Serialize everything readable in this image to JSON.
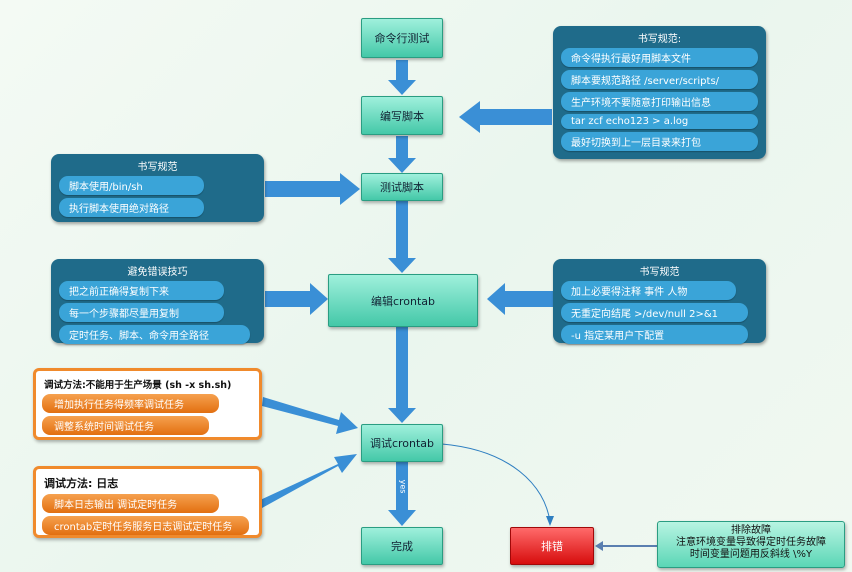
{
  "nodes": {
    "cmd_test": "命令行测试",
    "write_script": "编写脚本",
    "test_script": "测试脚本",
    "edit_crontab": "编辑crontab",
    "debug_crontab": "调试crontab",
    "done": "完成",
    "error": "排错"
  },
  "edge_labels": {
    "yes": "yes"
  },
  "panels": {
    "write_rules_top": {
      "title": "书写规范:",
      "items": [
        "命令得执行最好用脚本文件",
        "脚本要规范路径 /server/scripts/",
        "生产环境不要随意打印输出信息",
        "tar zcf echo123 > a.log",
        "最好切换到上一层目录来打包"
      ]
    },
    "write_rules_left": {
      "title": "书写规范",
      "items": [
        "脚本使用/bin/sh",
        "执行脚本使用绝对路径"
      ]
    },
    "avoid_errors": {
      "title": "避免错误技巧",
      "items": [
        "把之前正确得复制下来",
        "每一个步骤都尽量用复制",
        "定时任务、脚本、命令用全路径"
      ]
    },
    "write_rules_right": {
      "title": "书写规范",
      "items": [
        "加上必要得注释  事件 人物",
        "无重定向结尾 >/dev/null 2>&1",
        "-u 指定某用户下配置"
      ]
    },
    "debug_method1": {
      "title": "调试方法:不能用于生产场景 (sh -x sh.sh)",
      "items": [
        "增加执行任务得频率调试任务",
        "调整系统时间调试任务"
      ]
    },
    "debug_method2": {
      "title": "调试方法: 日志",
      "items": [
        "脚本日志输出 调试定时任务",
        "crontab定时任务服务日志调试定时任务"
      ]
    },
    "troubleshoot": {
      "title": "排除故障",
      "items": [
        "注意环境变量导致得定时任务故障",
        "时间变量问题用反斜线 \\%Y"
      ]
    }
  },
  "colors": {
    "arrow": "#3a8fd6",
    "panel_bg": "#1f6b8a",
    "pill_bg": "#3aa4d8",
    "node_fill": "#44c8a8",
    "error_fill": "#e01515",
    "orange": "#f08a2c"
  }
}
